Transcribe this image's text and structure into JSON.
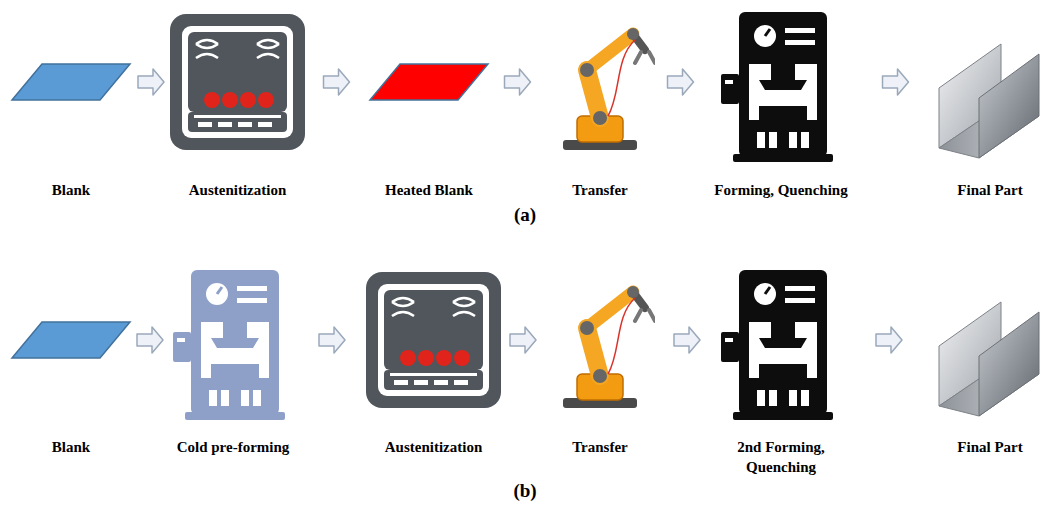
{
  "diagram": {
    "nodes": [
      {
        "text": [
          "Blank"
        ]
      },
      {
        "text": [
          "Austenitization"
        ]
      },
      {
        "text": [
          "Heated Blank"
        ]
      },
      {
        "text": [
          "Transfer"
        ]
      },
      {
        "text": [
          "Forming, Quenching"
        ]
      },
      {
        "text": [
          "Final Part"
        ]
      },
      {
        "text": [
          "Blank"
        ]
      },
      {
        "text": [
          "Cold pre-forming"
        ]
      },
      {
        "text": [
          "Austenitization"
        ]
      },
      {
        "text": [
          "Transfer"
        ]
      },
      {
        "text": [
          "2nd Forming, Quenching"
        ]
      },
      {
        "text": [
          "Final Part"
        ]
      }
    ],
    "edges": [
      {
        "from": 0,
        "to": 1,
        "arrow": "to"
      },
      {
        "from": 1,
        "to": 2,
        "arrow": "to"
      },
      {
        "from": 2,
        "to": 3,
        "arrow": "to"
      },
      {
        "from": 3,
        "to": 4,
        "arrow": "to"
      },
      {
        "from": 4,
        "to": 5,
        "arrow": "to"
      },
      {
        "from": 6,
        "to": 7,
        "arrow": "to"
      },
      {
        "from": 7,
        "to": 8,
        "arrow": "to"
      },
      {
        "from": 8,
        "to": 9,
        "arrow": "to"
      },
      {
        "from": 9,
        "to": 10,
        "arrow": "to"
      },
      {
        "from": 10,
        "to": 11,
        "arrow": "to"
      }
    ],
    "labels": [
      "(a)",
      "(b)"
    ]
  }
}
